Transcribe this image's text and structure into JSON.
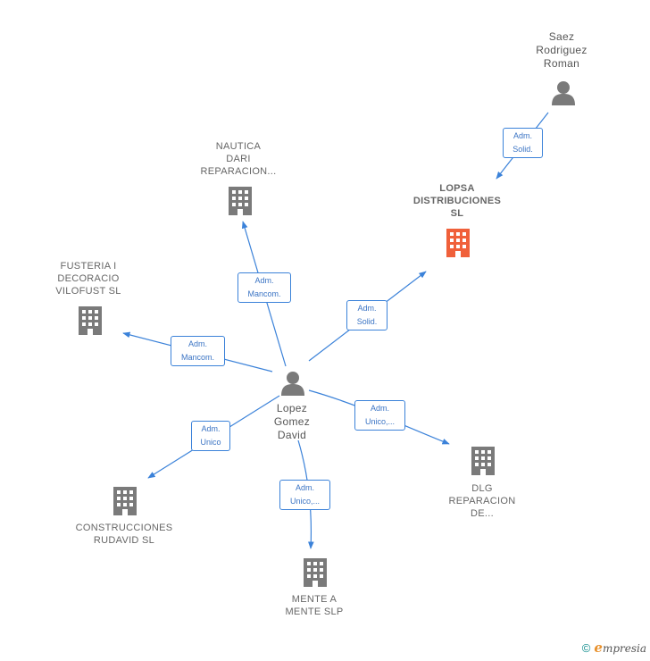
{
  "colors": {
    "edge": "#3b82d9",
    "company_icon": "#7a7a7a",
    "company_highlight": "#f0603a",
    "person_icon": "#7a7a7a"
  },
  "nodes": {
    "saez": {
      "lines": [
        "Saez",
        "Rodriguez",
        "Roman"
      ],
      "icon": "person-icon"
    },
    "lopez": {
      "lines": [
        "Lopez",
        "Gomez",
        "David"
      ],
      "icon": "person-icon"
    },
    "lopsa": {
      "lines": [
        "LOPSA",
        "DISTRIBUCIONES",
        "SL"
      ],
      "icon": "building-icon"
    },
    "nautica": {
      "lines": [
        "NAUTICA",
        "DARI",
        "REPARACION..."
      ],
      "icon": "building-icon"
    },
    "fusteria": {
      "lines": [
        "FUSTERIA I",
        "DECORACIO",
        "VILOFUST  SL"
      ],
      "icon": "building-icon"
    },
    "construcciones": {
      "lines": [
        "CONSTRUCCIONES",
        "RUDAVID SL"
      ],
      "icon": "building-icon"
    },
    "mente": {
      "lines": [
        "MENTE A",
        "MENTE  SLP"
      ],
      "icon": "building-icon"
    },
    "dlg": {
      "lines": [
        "DLG",
        "REPARACION",
        "DE..."
      ],
      "icon": "building-icon"
    }
  },
  "edges": {
    "saez_lopsa": [
      "Adm.",
      "Solid."
    ],
    "lopez_lopsa": [
      "Adm.",
      "Solid."
    ],
    "lopez_nautica": [
      "Adm.",
      "Mancom."
    ],
    "lopez_fusteria": [
      "Adm.",
      "Mancom."
    ],
    "lopez_construcciones": [
      "Adm.",
      "Unico"
    ],
    "lopez_mente": [
      "Adm.",
      "Unico,..."
    ],
    "lopez_dlg": [
      "Adm.",
      "Unico,..."
    ]
  },
  "footer": {
    "copyright": "©",
    "brand_first": "e",
    "brand_rest": "mpresia"
  }
}
